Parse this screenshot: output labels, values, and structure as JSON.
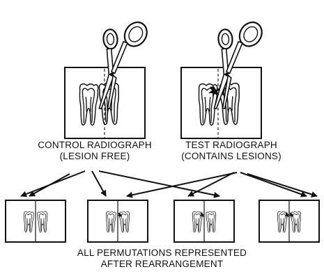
{
  "labels": {
    "control_line1": "CONTROL RADIOGRAPH",
    "control_line2": "(LESION FREE)",
    "test_line1": "TEST RADIOGRAPH",
    "test_line2": "(CONTAINS LESIONS)",
    "footer_line1": "ALL PERMUTATIONS REPRESENTED",
    "footer_line2": "AFTER REARRANGEMENT"
  },
  "permutations": [
    {
      "left": "control",
      "right": "control"
    },
    {
      "left": "control",
      "right": "test"
    },
    {
      "left": "test",
      "right": "control"
    },
    {
      "left": "test",
      "right": "test"
    }
  ],
  "colors": {
    "ink": "#111111",
    "paper": "#ffffff"
  }
}
